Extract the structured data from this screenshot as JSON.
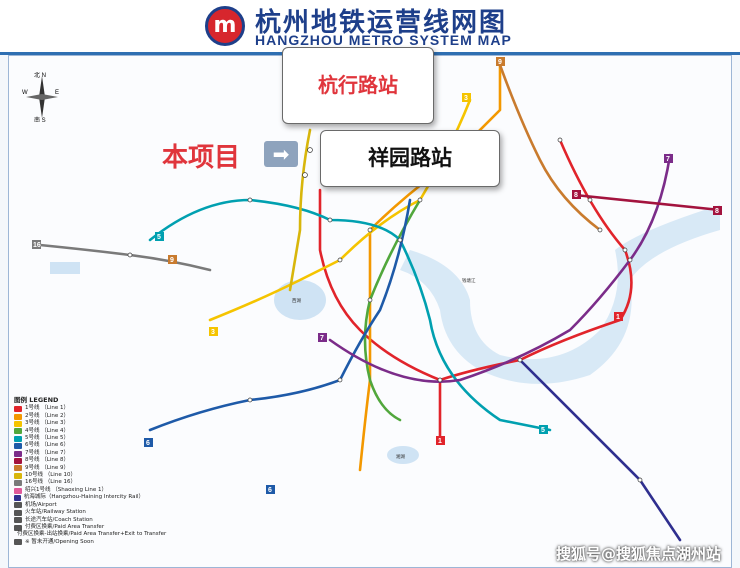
{
  "header": {
    "logo_glyph": "m",
    "title_zh": "杭州地铁运营线网图",
    "title_en": "HANGZHOU METRO SYSTEM MAP"
  },
  "callouts": {
    "hangxing": "杭行路站",
    "xiangyuan": "祥园路站",
    "project": "本项目",
    "arrow": "➡"
  },
  "compass": {
    "north": "北 N",
    "south": "南 S",
    "west": "W",
    "east": "E"
  },
  "lines": [
    {
      "id": "1",
      "color": "#e1242b"
    },
    {
      "id": "2",
      "color": "#f39800"
    },
    {
      "id": "3",
      "color": "#f5c400"
    },
    {
      "id": "4",
      "color": "#51a73c"
    },
    {
      "id": "5",
      "color": "#00a0b0"
    },
    {
      "id": "6",
      "color": "#1e5aa8"
    },
    {
      "id": "7",
      "color": "#7b2c89"
    },
    {
      "id": "8",
      "color": "#a3133e"
    },
    {
      "id": "9",
      "color": "#c97b2e"
    },
    {
      "id": "10",
      "color": "#d8b60b"
    },
    {
      "id": "16",
      "color": "#7a7a7a"
    }
  ],
  "legend": {
    "title": "图例 LEGEND",
    "items": [
      {
        "zh": "1号线 （Line 1）",
        "color": "#e1242b"
      },
      {
        "zh": "2号线 （Line 2）",
        "color": "#f39800"
      },
      {
        "zh": "3号线 （Line 3）",
        "color": "#f5c400"
      },
      {
        "zh": "4号线 （Line 4）",
        "color": "#51a73c"
      },
      {
        "zh": "5号线 （Line 5）",
        "color": "#00a0b0"
      },
      {
        "zh": "6号线 （Line 6）",
        "color": "#1e5aa8"
      },
      {
        "zh": "7号线 （Line 7）",
        "color": "#7b2c89"
      },
      {
        "zh": "8号线 （Line 8）",
        "color": "#a3133e"
      },
      {
        "zh": "9号线 （Line 9）",
        "color": "#c97b2e"
      },
      {
        "zh": "10号线 （Line 10）",
        "color": "#d8b60b"
      },
      {
        "zh": "16号线 （Line 16）",
        "color": "#7a7a7a"
      },
      {
        "zh": "绍兴1号线 （Shaoxing Line 1）",
        "color": "#e05a9a"
      },
      {
        "zh": "杭海城际（Hangzhou-Haining Intercity Rail）",
        "color": "#2f2f8f"
      },
      {
        "zh": "机场/Airport",
        "color": "#555555"
      },
      {
        "zh": "火车站/Railway Station",
        "color": "#555555"
      },
      {
        "zh": "长途汽车站/Coach Station",
        "color": "#555555"
      },
      {
        "zh": "付费区换乘/Paid Area Transfer",
        "color": "#555555"
      },
      {
        "zh": "付费区换乘-出站换乘/Paid Area Transfer+Exit to Transfer",
        "color": "#555555"
      },
      {
        "zh": "※ 暂未开通/Opening Soon",
        "color": "#555555"
      }
    ]
  },
  "places": {
    "west_lake": "西湖",
    "qiantang_river": "钱塘江",
    "xianghu_lake": "湘湖"
  },
  "watermark": "搜狐号@搜狐焦点湖州站"
}
